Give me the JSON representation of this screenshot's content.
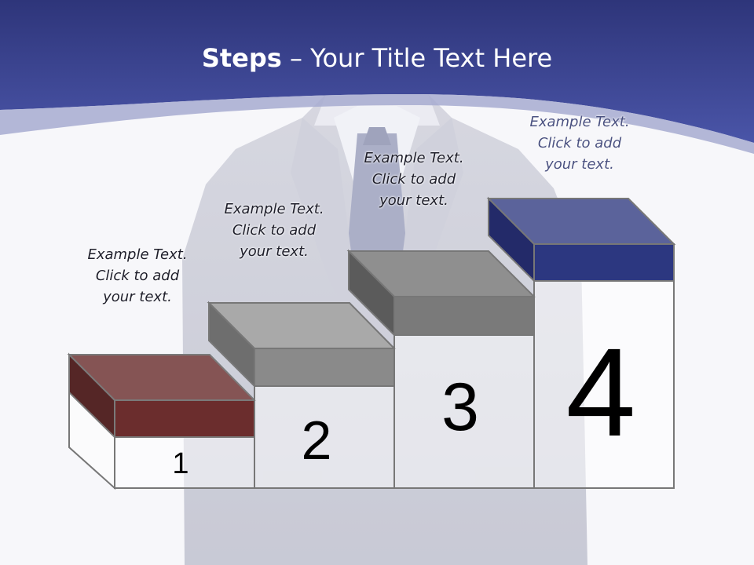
{
  "header": {
    "title_bold": "Steps",
    "title_rest": " – Your Title Text Here"
  },
  "colors": {
    "header_blue": "#3a4493",
    "step1_block": "#6b2d2d",
    "step2_block": "#8a8a8a",
    "step3_block": "#7a7a7a",
    "step4_block": "#2c3780",
    "outline": "#777777"
  },
  "steps": [
    {
      "number": "1",
      "text_lines": [
        "Example Text.",
        "Click  to add",
        "your text."
      ]
    },
    {
      "number": "2",
      "text_lines": [
        "Example Text.",
        "Click  to add",
        "your text."
      ]
    },
    {
      "number": "3",
      "text_lines": [
        "Example Text.",
        "Click  to add",
        "your text."
      ]
    },
    {
      "number": "4",
      "text_lines": [
        "Example Text.",
        "Click  to add",
        "your text."
      ]
    }
  ]
}
